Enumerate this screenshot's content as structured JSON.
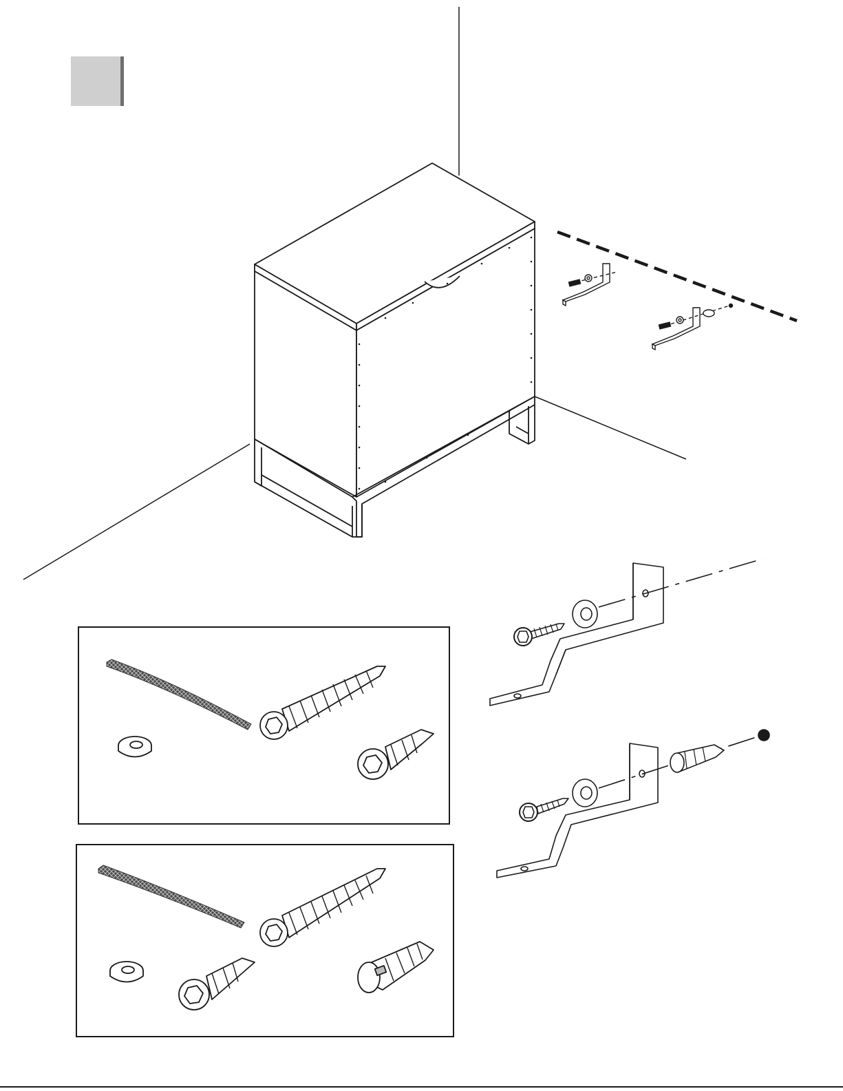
{
  "page": {
    "type": "assembly-instruction-step",
    "step_number": "",
    "colors": {
      "line": "#1a1a1a",
      "badge_fill": "#cfcfcf",
      "badge_shadow": "#6f6f6f",
      "strap": "#555555",
      "background": "#ffffff"
    }
  },
  "scene": {
    "furniture": "cabinet-with-metal-frame-legs",
    "wall_marker": "dashed-wall-line"
  },
  "detail_views": [
    {
      "name": "bracket-wood-screw",
      "parts": [
        "screw-icon",
        "washer-icon",
        "l-bracket-icon"
      ]
    },
    {
      "name": "bracket-wall-plug",
      "parts": [
        "screw-icon",
        "washer-icon",
        "l-bracket-icon",
        "wall-plug-icon",
        "drill-point-icon"
      ]
    }
  ],
  "kits": [
    {
      "name": "kit-a",
      "parts": [
        "strap-icon",
        "washer-icon",
        "long-screw-icon",
        "short-screw-icon"
      ]
    },
    {
      "name": "kit-b",
      "parts": [
        "strap-icon",
        "washer-icon",
        "long-screw-icon",
        "short-screw-icon",
        "wall-plug-icon"
      ]
    }
  ]
}
